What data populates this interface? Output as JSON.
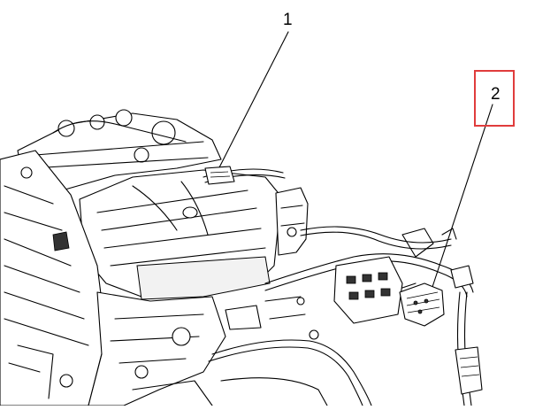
{
  "figure": {
    "callouts": [
      {
        "id": "1",
        "label": "1"
      },
      {
        "id": "2",
        "label": "2"
      }
    ],
    "highlight_color": "#e03c3c",
    "line_color": "#000000",
    "background": "#ffffff"
  }
}
